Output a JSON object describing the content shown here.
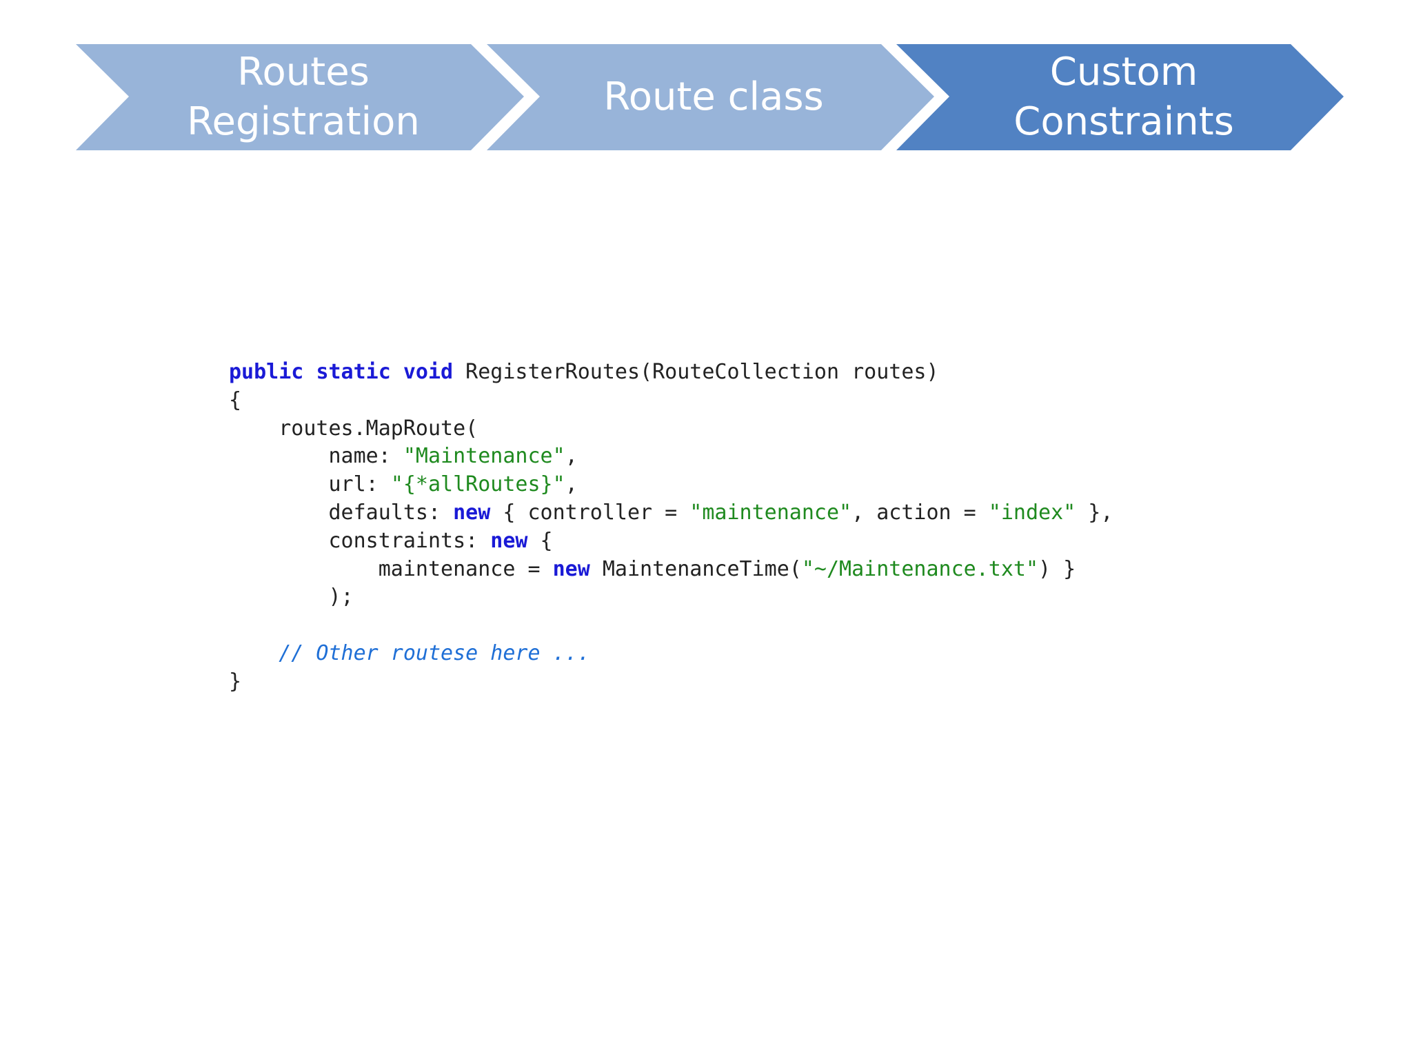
{
  "process": {
    "steps": [
      {
        "label": "Routes\nRegistration",
        "color": "#98b4d9"
      },
      {
        "label": "Route class",
        "color": "#98b4d9"
      },
      {
        "label": "Custom\nConstraints",
        "color": "#5182c3"
      }
    ]
  },
  "code": {
    "lines": [
      [
        {
          "k": "kw",
          "t": "public"
        },
        {
          "k": "tx",
          "t": " "
        },
        {
          "k": "kw",
          "t": "static"
        },
        {
          "k": "tx",
          "t": " "
        },
        {
          "k": "kw",
          "t": "void"
        },
        {
          "k": "tx",
          "t": " RegisterRoutes(RouteCollection routes)"
        }
      ],
      [
        {
          "k": "tx",
          "t": "{"
        }
      ],
      [
        {
          "k": "tx",
          "t": "    routes.MapRoute("
        }
      ],
      [
        {
          "k": "tx",
          "t": "        name: "
        },
        {
          "k": "str",
          "t": "\"Maintenance\""
        },
        {
          "k": "tx",
          "t": ","
        }
      ],
      [
        {
          "k": "tx",
          "t": "        url: "
        },
        {
          "k": "str",
          "t": "\"{*allRoutes}\""
        },
        {
          "k": "tx",
          "t": ","
        }
      ],
      [
        {
          "k": "tx",
          "t": "        defaults: "
        },
        {
          "k": "kw",
          "t": "new"
        },
        {
          "k": "tx",
          "t": " { controller = "
        },
        {
          "k": "str",
          "t": "\"maintenance\""
        },
        {
          "k": "tx",
          "t": ", action = "
        },
        {
          "k": "str",
          "t": "\"index\""
        },
        {
          "k": "tx",
          "t": " },"
        }
      ],
      [
        {
          "k": "tx",
          "t": "        constraints: "
        },
        {
          "k": "kw",
          "t": "new"
        },
        {
          "k": "tx",
          "t": " {"
        }
      ],
      [
        {
          "k": "tx",
          "t": "            maintenance = "
        },
        {
          "k": "kw",
          "t": "new"
        },
        {
          "k": "tx",
          "t": " MaintenanceTime("
        },
        {
          "k": "str",
          "t": "\"~/Maintenance.txt\""
        },
        {
          "k": "tx",
          "t": ") }"
        }
      ],
      [
        {
          "k": "tx",
          "t": "        );"
        }
      ],
      [],
      [
        {
          "k": "tx",
          "t": "    "
        },
        {
          "k": "cm",
          "t": "// Other routese here ..."
        }
      ],
      [
        {
          "k": "tx",
          "t": "}"
        }
      ]
    ]
  }
}
